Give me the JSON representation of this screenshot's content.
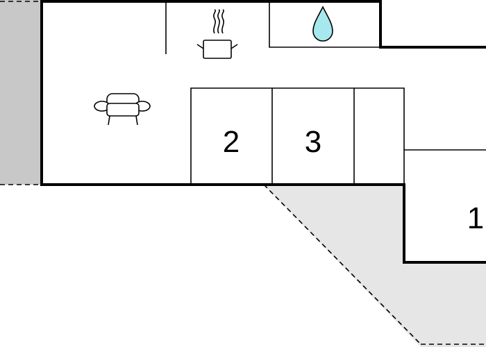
{
  "rooms": [
    {
      "label": "2"
    },
    {
      "label": "3"
    },
    {
      "label": "1"
    }
  ],
  "icons": {
    "living": "sofa-icon",
    "kitchen": "cooking-pot-icon",
    "bathroom": "water-drop-icon"
  },
  "colors": {
    "wall": "#000000",
    "exterior_shade": "#c8c8c8",
    "terrace_shade": "#e6e6e6",
    "water_drop": "#a6e8ee",
    "background": "#ffffff"
  }
}
